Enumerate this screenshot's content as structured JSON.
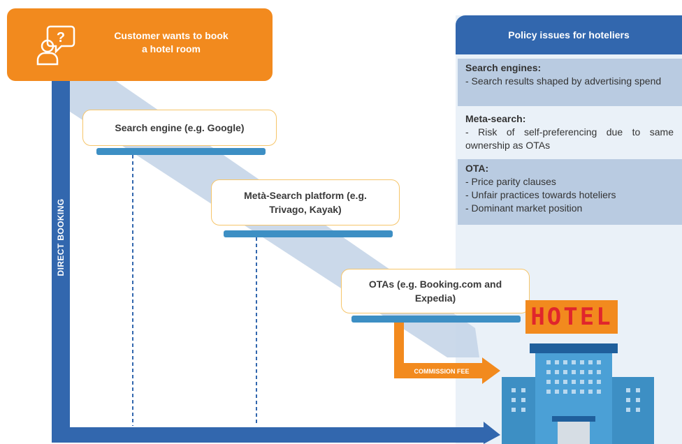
{
  "start": {
    "line1": "Customer wants to book",
    "line2": "a hotel room",
    "icon": "customer-question-icon"
  },
  "steps": [
    {
      "line1": "Search engine (e.g. Google)",
      "line2": ""
    },
    {
      "line1": "Metà-Search platform (e.g.",
      "line2": "Trivago, Kayak)"
    },
    {
      "line1": "OTAs (e.g. Booking.com and",
      "line2": "Expedia)"
    }
  ],
  "direct_booking_label": "DIRECT BOOKING",
  "commission_label": "COMMISSION FEE",
  "hotel": {
    "sign": "HOTEL",
    "icon": "hotel-building-icon"
  },
  "panel": {
    "title": "Policy issues for hoteliers",
    "sections": [
      {
        "title": "Search engines:",
        "lines": [
          "- Search results shaped by advertising spend"
        ]
      },
      {
        "title": "Meta-search:",
        "lines": [
          "- Risk of self-preferencing due to same ownership as OTAs"
        ]
      },
      {
        "title": "OTA:",
        "lines": [
          "- Price parity clauses",
          "- Unfair practices towards hoteliers",
          "- Dominant market position"
        ]
      }
    ]
  },
  "colors": {
    "orange": "#f28a1e",
    "blue": "#3267ae",
    "light_blue": "#b9cbe1",
    "step_bar": "#3d8fc4",
    "box_border": "#f6c56a"
  }
}
